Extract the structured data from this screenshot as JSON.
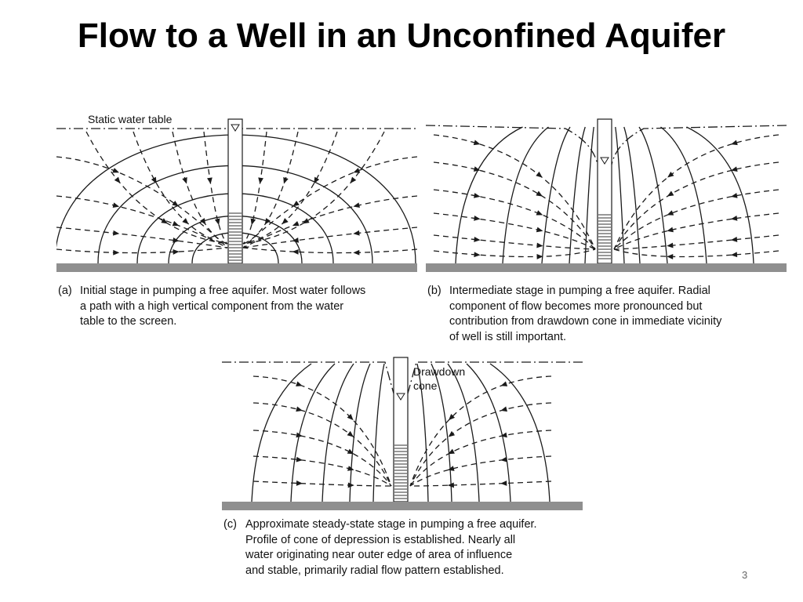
{
  "slide": {
    "title": "Flow to a Well in an Unconfined Aquifer",
    "page_number": "3"
  },
  "figures": {
    "a": {
      "label": "Static water table",
      "caption_tag": "(a)",
      "caption_lines": [
        "Initial stage in pumping a free aquifer. Most water follows",
        "a path with a high vertical component from the water",
        "table to the screen."
      ]
    },
    "b": {
      "caption_tag": "(b)",
      "caption_lines": [
        "Intermediate stage in pumping a free aquifer. Radial",
        "component of flow becomes more pronounced but",
        "contribution from drawdown cone in immediate vicinity",
        "of well is still important."
      ]
    },
    "c": {
      "label_lines": [
        "Drawdown",
        "cone"
      ],
      "caption_tag": "(c)",
      "caption_lines": [
        "Approximate steady-state stage in pumping a free aquifer.",
        "Profile of cone of depression is established. Nearly all",
        "water originating near outer edge of area of influence",
        "and stable, primarily radial flow pattern established."
      ]
    }
  },
  "colors": {
    "ink": "#1a1a1a",
    "base": "#8f8f8f"
  }
}
